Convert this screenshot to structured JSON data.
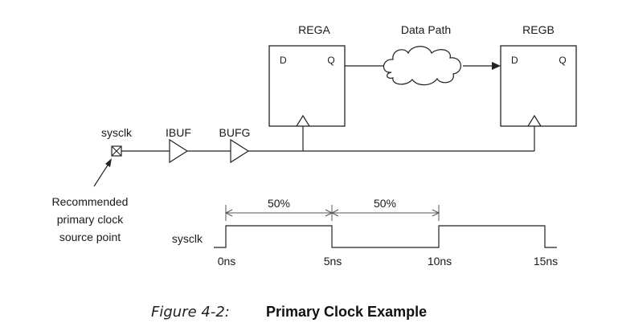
{
  "registers": {
    "rega": {
      "name": "REGA",
      "d": "D",
      "q": "Q"
    },
    "regb": {
      "name": "REGB",
      "d": "D",
      "q": "Q"
    }
  },
  "data_path": "Data Path",
  "buffers": {
    "ibuf": "IBUF",
    "bufg": "BUFG"
  },
  "input_port": "sysclk",
  "annotation": [
    "Recommended",
    "primary clock",
    "source point"
  ],
  "waveform": {
    "signal": "sysclk",
    "duty_high": "50%",
    "duty_low": "50%",
    "times": [
      "0ns",
      "5ns",
      "10ns",
      "15ns"
    ]
  },
  "caption": {
    "number": "Figure 4-2:",
    "title": "Primary Clock Example"
  }
}
